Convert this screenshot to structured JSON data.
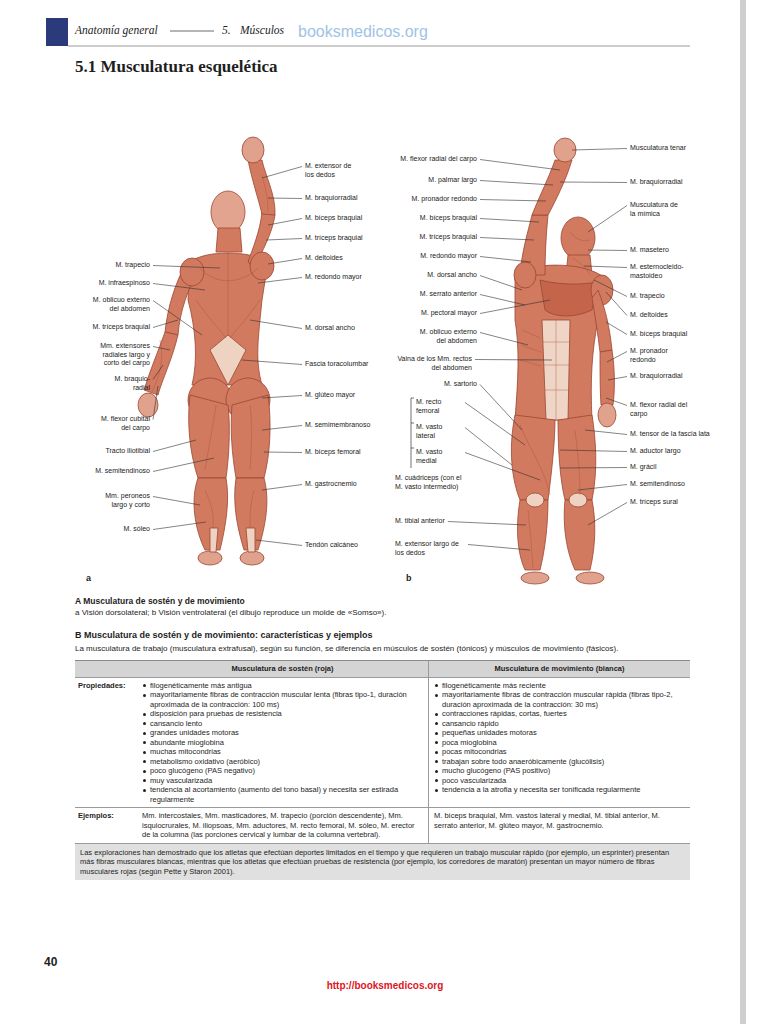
{
  "diagram": {
    "title": "5.1 Musculatura esquelética",
    "labels": [
      "Anatomía general",
      "5.",
      "Músculos",
      "booksmedicos.org",
      "M. extensor de los dedos",
      "M. braquiorradial",
      "M. bíceps braquial",
      "M. tríceps braquial",
      "M. deltoides",
      "M. redondo mayor",
      "M. dorsal ancho",
      "Fascia toracolumbar",
      "M. glúteo mayor",
      "M. semimembranoso",
      "M. bíceps femoral",
      "M. gastrocnemio",
      "Tendón calcáneo",
      "M. trapecio",
      "M. infraespinoso",
      "M. oblicuo externo del abdomen",
      "M. tríceps braquial",
      "Mm. extensores radiales largo y corto del carpo",
      "M. braquio-radial",
      "M. flexor cubital del carpo",
      "Tracto iliotibial",
      "M. semitendinoso",
      "Mm. peroneos largo y corto",
      "M. sóleo",
      "a",
      "M. flexor radial del carpo",
      "M. palmar largo",
      "M. pronador redondo",
      "M. bíceps braquial",
      "M. tríceps braquial",
      "M. redondo mayor",
      "M. dorsal ancho",
      "M. serrato anterior",
      "M. pectoral mayor",
      "M. oblicuo externo del abdomen",
      "Vaina de los Mm. rectos del abdomen",
      "M. sartorio",
      "M. recto femoral",
      "M. vasto lateral",
      "M. vasto medial",
      "M. cuádriceps (con el M. vasto intermedio)",
      "M. tibial anterior",
      "M. extensor largo de los dedos",
      "b",
      "Musculatura tenar",
      "M. braquiorradial",
      "Musculatura de la mímica",
      "M. masetero",
      "M. esternocleido-mastoideo",
      "M. trapecio",
      "M. deltoides",
      "M. bíceps braquial",
      "M. pronador redondo",
      "M. braquiorradial",
      "M. flexor radial del carpo",
      "M. tensor de la fascia lata",
      "M. aductor largo",
      "M. grácil",
      "M. semitendinoso",
      "M. tríceps sural",
      "A Musculatura de sostén y de movimiento",
      "a Visión dorsolateral; b Visión ventrolateral (el dibujo reproduce un molde de «Somso»).",
      "B Musculatura de sostén y de movimiento: características y ejemplos",
      "La musculatura de trabajo (musculatura extrafusal), según su función, se diferencia en músculos de sostén (tónicos) y músculos de movimiento (fásicos).",
      "Musculatura de sostén (roja)",
      "Musculatura de movimiento (blanca)",
      "Propiedades:",
      "filogenéticamente más antigua",
      "mayoritariamente fibras de contracción muscular lenta (fibras tipo-1, duración aproximada de la contracción: 100 ms)",
      "disposición para pruebas de resistencia",
      "cansancio lento",
      "grandes unidades motoras",
      "abundante mioglobina",
      "muchas mitocondrias",
      "metabolismo oxidativo (aeróbico)",
      "poco glucógeno (PAS negativo)",
      "muy vascularizada",
      "tendencia al acortamiento (aumento del tono basal) y necesita ser estirada regularmente",
      "filogenéticamente más reciente",
      "mayoritariamente fibras de contracción muscular rápida (fibras tipo-2, duración aproximada de la contracción: 30 ms)",
      "contracciones rápidas, cortas, fuertes",
      "cansancio rápido",
      "pequeñas unidades motoras",
      "poca mioglobina",
      "pocas mitocondrias",
      "trabajan sobre todo anaeróbicamente (glucólisis)",
      "mucho glucógeno (PAS positivo)",
      "poco vascularizada",
      "tendencia a la atrofia y necesita ser tonificada regularmente",
      "Ejemplos:",
      "Mm. intercostales, Mm. masticadores, M. trapecio (porción descendente), Mm. isquiocrurales, M. iliopsoas, Mm. aductores, M. recto femoral, M. sóleo, M. erector de la columna (las porciones cervical y lumbar de la columna vertebral).",
      "M. bíceps braquial, Mm. vastos lateral y medial, M. tibial anterior, M. serrato anterior, M. glúteo mayor, M. gastrocnemio.",
      "Las exploraciones han demostrado que los atletas que efectúan deportes limitados en el tiempo y que requieren un trabajo muscular rápido (por ejemplo, un esprinter) presentan más fibras musculares blancas, mientras que los atletas que efectúan pruebas de resistencia (por ejemplo, los corredores de maratón) presentan un mayor número de fibras musculares rojas (según Pette y Staron 2001).",
      "40",
      "http://booksmedicos.org"
    ]
  }
}
